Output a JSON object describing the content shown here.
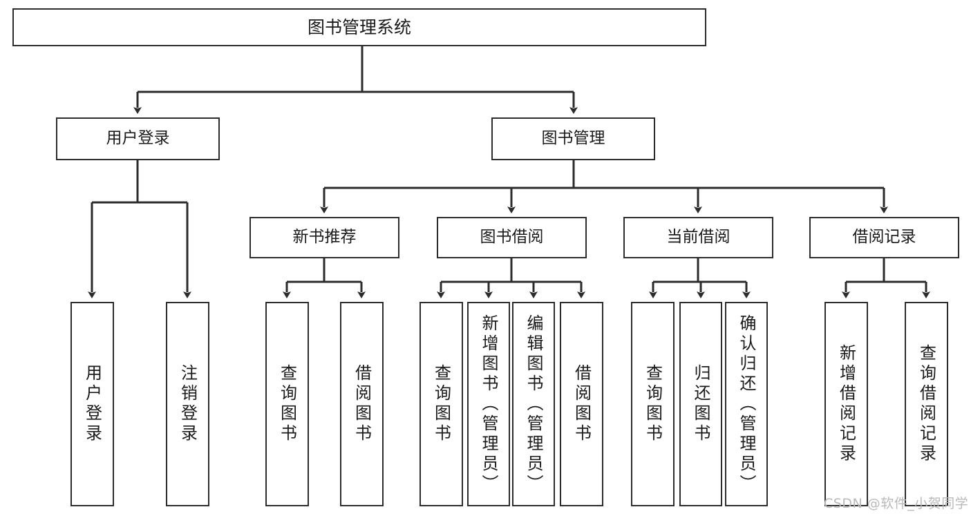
{
  "diagram": {
    "type": "tree",
    "title": "图书管理系统",
    "orientation": "top-down",
    "colors": {
      "box_border": "#2b2b2b",
      "box_fill": "#ffffff",
      "edge": "#2b2b2b",
      "text": "#1a1a1a",
      "watermark": "#b9b9b9",
      "background": "#ffffff"
    }
  },
  "watermark": {
    "text": "CSDN @软件_小贺同学"
  },
  "nodes": {
    "root": {
      "label": "图书管理系统"
    },
    "level2": [
      {
        "id": "user-login",
        "label": "用户登录"
      },
      {
        "id": "book-management",
        "label": "图书管理"
      }
    ],
    "level3": [
      {
        "id": "new-book-recommend",
        "label": "新书推荐"
      },
      {
        "id": "book-borrow",
        "label": "图书借阅"
      },
      {
        "id": "current-borrow",
        "label": "当前借阅"
      },
      {
        "id": "borrow-record",
        "label": "借阅记录"
      }
    ],
    "leaves": {
      "user_login": [
        {
          "id": "leaf-user-login",
          "label": "用户登录"
        },
        {
          "id": "leaf-user-logout",
          "label": "注销登录"
        }
      ],
      "new_book_recommend": [
        {
          "id": "leaf-query-book-1",
          "label": "查询图书"
        },
        {
          "id": "leaf-borrow-book-1",
          "label": "借阅图书"
        }
      ],
      "book_borrow": [
        {
          "id": "leaf-query-book-2",
          "label": "查询图书"
        },
        {
          "id": "leaf-add-book",
          "label": "新增图书（管理员）"
        },
        {
          "id": "leaf-edit-book",
          "label": "编辑图书（管理员）"
        },
        {
          "id": "leaf-borrow-book-2",
          "label": "借阅图书"
        }
      ],
      "current_borrow": [
        {
          "id": "leaf-query-book-3",
          "label": "查询图书"
        },
        {
          "id": "leaf-return-book",
          "label": "归还图书"
        },
        {
          "id": "leaf-confirm-return",
          "label": "确认归还（管理员）"
        }
      ],
      "borrow_record": [
        {
          "id": "leaf-add-borrow-record",
          "label": "新增借阅记录"
        },
        {
          "id": "leaf-query-borrow-record",
          "label": "查询借阅记录"
        }
      ]
    }
  }
}
